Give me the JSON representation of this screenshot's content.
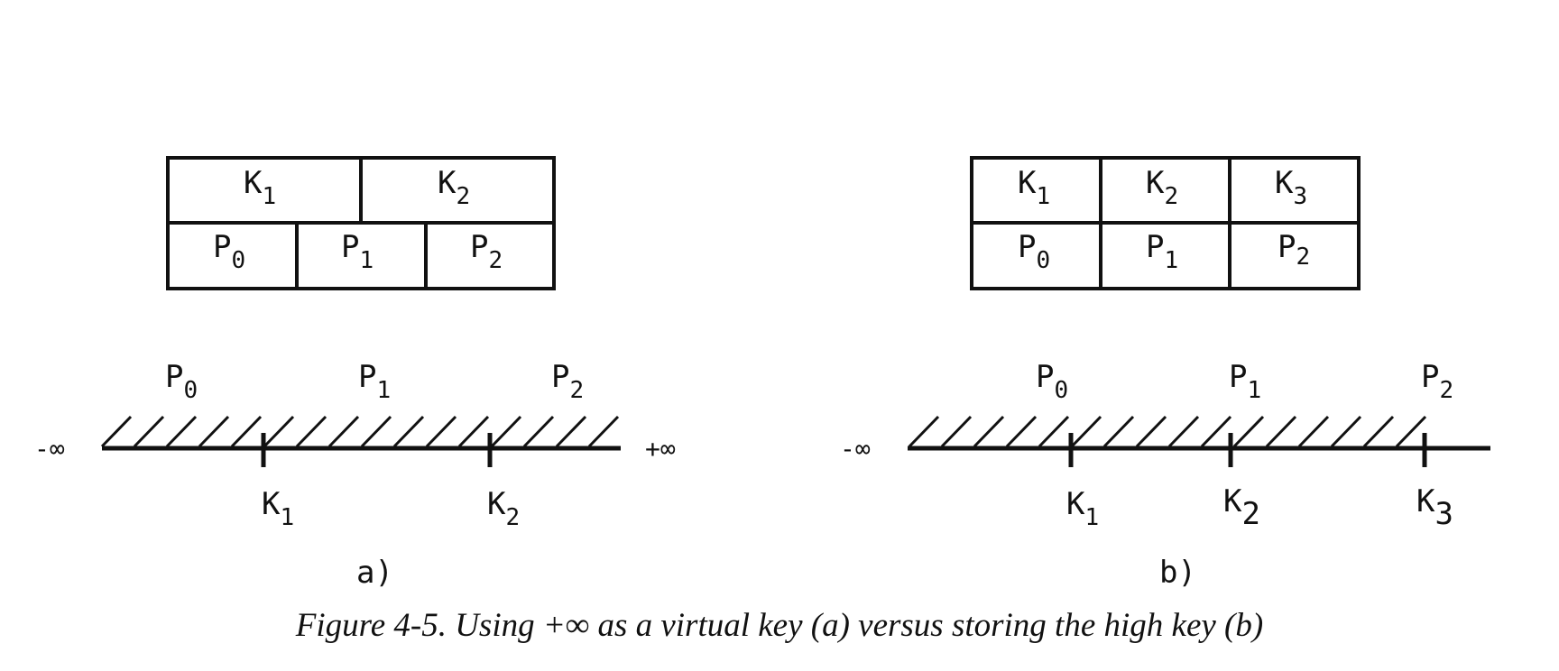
{
  "figure": {
    "caption": "Figure 4-5. Using +∞ as a virtual key (a) versus storing the high key (b)"
  },
  "panel_a": {
    "label": "a)",
    "node": {
      "keys": [
        {
          "base": "K",
          "sub": "1"
        },
        {
          "base": "K",
          "sub": "2"
        }
      ],
      "pointers": [
        {
          "base": "P",
          "sub": "0"
        },
        {
          "base": "P",
          "sub": "1"
        },
        {
          "base": "P",
          "sub": "2"
        }
      ]
    },
    "line": {
      "left_bound": "-∞",
      "right_bound": "+∞",
      "pointer_labels": [
        {
          "base": "P",
          "sub": "0"
        },
        {
          "base": "P",
          "sub": "1"
        },
        {
          "base": "P",
          "sub": "2"
        }
      ],
      "key_labels": [
        {
          "base": "K",
          "sub": "1"
        },
        {
          "base": "K",
          "sub": "2"
        }
      ]
    }
  },
  "panel_b": {
    "label": "b)",
    "node": {
      "keys": [
        {
          "base": "K",
          "sub": "1"
        },
        {
          "base": "K",
          "sub": "2"
        },
        {
          "base": "K",
          "sub": "3"
        }
      ],
      "pointers": [
        {
          "base": "P",
          "sub": "0"
        },
        {
          "base": "P",
          "sub": "1"
        },
        {
          "base": "P",
          "sub": "2"
        }
      ]
    },
    "line": {
      "left_bound": "-∞",
      "pointer_labels": [
        {
          "base": "P",
          "sub": "0"
        },
        {
          "base": "P",
          "sub": "1"
        },
        {
          "base": "P",
          "sub": "2"
        }
      ],
      "key_labels": [
        {
          "base": "K",
          "sub": "1"
        },
        {
          "base": "K",
          "sub": "2"
        },
        {
          "base": "K",
          "sub": "3"
        }
      ]
    }
  }
}
